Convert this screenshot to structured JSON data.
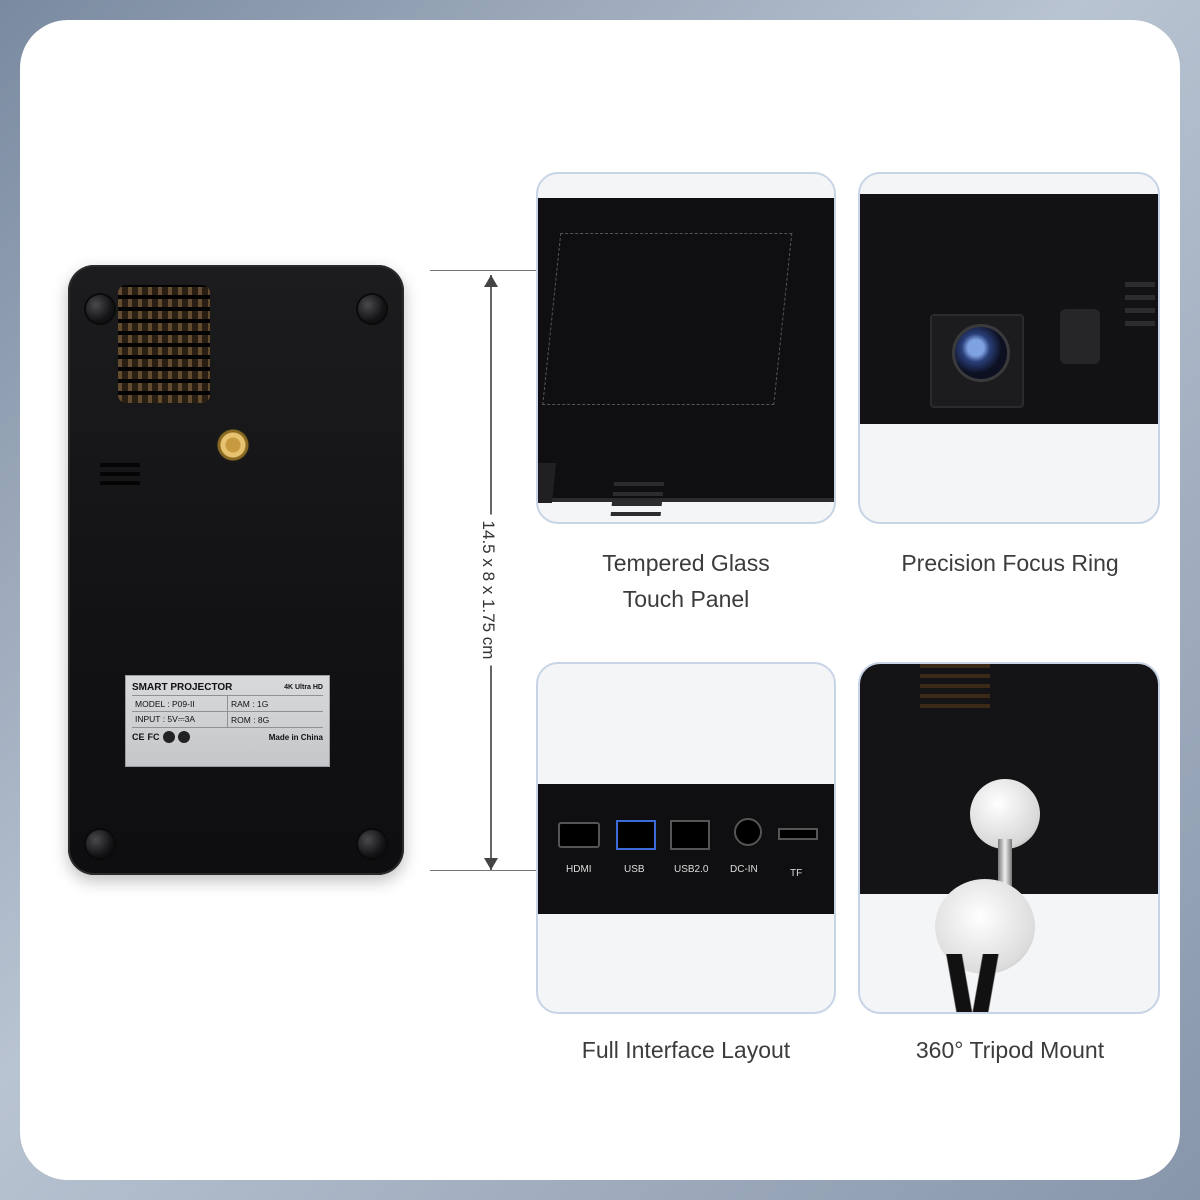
{
  "dimension": {
    "text": "14.5 x 8 x 1.75 cm"
  },
  "label": {
    "title": "SMART PROJECTOR",
    "subtitle": "4K Ultra HD",
    "model": "MODEL : P09-II",
    "ram": "RAM : 1G",
    "input": "INPUT : 5V⎓3A",
    "rom": "ROM : 8G",
    "made": "Made in China"
  },
  "features": [
    {
      "caption_line1": "Tempered Glass",
      "caption_line2": "Touch Panel"
    },
    {
      "caption_line1": "Precision Focus Ring",
      "caption_line2": ""
    },
    {
      "caption_line1": "Full Interface Layout",
      "caption_line2": ""
    },
    {
      "caption_line1": "360° Tripod Mount",
      "caption_line2": ""
    }
  ],
  "ports": [
    "HDMI",
    "USB",
    "USB2.0",
    "DC-IN",
    "TF"
  ],
  "colors": {
    "device": "#121214",
    "tile_border": "#c8d4e6",
    "caption": "#3c3c3c"
  }
}
